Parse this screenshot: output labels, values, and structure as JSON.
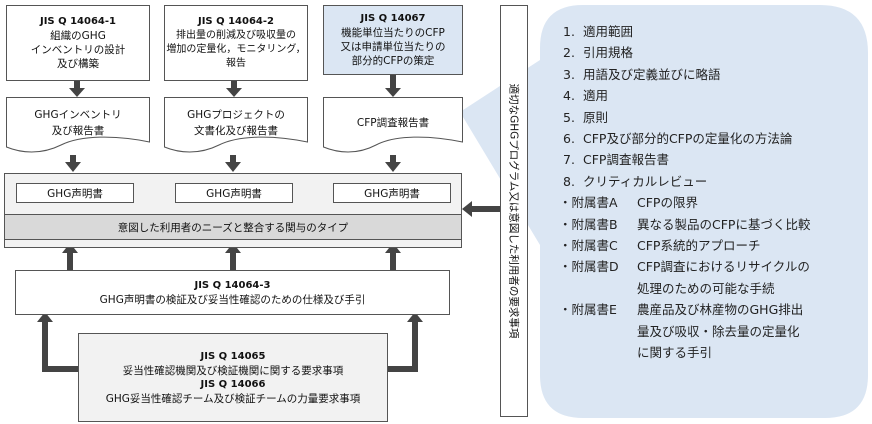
{
  "standards": {
    "s1": {
      "code": "JIS Q 14064-1",
      "lines": [
        "組織のGHG",
        "インベントリの設計",
        "及び構築"
      ]
    },
    "s2": {
      "code": "JIS Q 14064-2",
      "lines": [
        "排出量の削減及び吸収量の",
        "増加の定量化，モニタリング，",
        "報告"
      ]
    },
    "s3": {
      "code": "JIS Q 14067",
      "lines": [
        "機能単位当たりのCFP",
        "又は申請単位当たりの",
        "部分的CFPの策定"
      ]
    }
  },
  "reports": {
    "r1": [
      "GHGインベントリ",
      "及び報告書"
    ],
    "r2": [
      "GHGプロジェクトの",
      "文書化及び報告書"
    ],
    "r3": [
      "CFP調査報告書"
    ]
  },
  "statements": [
    "GHG声明書",
    "GHG声明書",
    "GHG声明書"
  ],
  "engagement_band": "意図した利用者のニーズと整合する関与のタイプ",
  "verification": {
    "code": "JIS Q 14064-3",
    "text": "GHG声明書の検証及び妥当性確認のための仕様及び手引"
  },
  "bodies": {
    "b1_code": "JIS Q 14065",
    "b1_text": "妥当性確認機関及び検証機関に関する要求事項",
    "b2_code": "JIS Q 14066",
    "b2_text": "GHG妥当性確認チーム及び検証チームの力量要求事項"
  },
  "program_requirements": "適切なGHGプログラム又は意図した利用者の要求事項",
  "callout": {
    "items": [
      {
        "num": "1.",
        "label": "適用範囲"
      },
      {
        "num": "2.",
        "label": "引用規格"
      },
      {
        "num": "3.",
        "label": "用語及び定義並びに略語"
      },
      {
        "num": "4.",
        "label": "適用"
      },
      {
        "num": "5.",
        "label": "原則"
      },
      {
        "num": "6.",
        "label": "CFP及び部分的CFPの定量化の方法論"
      },
      {
        "num": "7.",
        "label": "CFP調査報告書"
      },
      {
        "num": "8.",
        "label": "クリティカルレビュー"
      }
    ],
    "annexes": [
      {
        "name": "・附属書A",
        "lines": [
          "CFPの限界"
        ]
      },
      {
        "name": "・附属書B",
        "lines": [
          "異なる製品のCFPに基づく比較"
        ]
      },
      {
        "name": "・附属書C",
        "lines": [
          "CFP系統的アプローチ"
        ]
      },
      {
        "name": "・附属書D",
        "lines": [
          "CFP調査におけるリサイクルの",
          "処理のための可能な手続"
        ]
      },
      {
        "name": "・附属書E",
        "lines": [
          "農産品及び林産物のGHG排出",
          "量及び吸収・除去量の定量化",
          "に関する手引"
        ]
      }
    ]
  },
  "colors": {
    "highlight": "#dbe6f3",
    "arrow": "#444444",
    "band": "#d9d9d9",
    "panel": "#f2f2f2"
  }
}
